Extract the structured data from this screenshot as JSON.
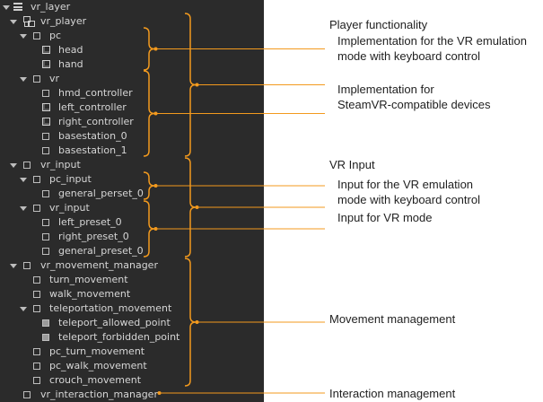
{
  "tree": [
    {
      "label": "vr_layer",
      "depth": 0,
      "toggle": true,
      "icon": "layer"
    },
    {
      "label": "vr_player",
      "depth": 1,
      "toggle": true,
      "icon": "player"
    },
    {
      "label": "pc",
      "depth": 2,
      "toggle": true,
      "icon": "node"
    },
    {
      "label": "head",
      "depth": 3,
      "toggle": false,
      "icon": "box3d"
    },
    {
      "label": "hand",
      "depth": 3,
      "toggle": false,
      "icon": "box3d"
    },
    {
      "label": "vr",
      "depth": 2,
      "toggle": true,
      "icon": "node"
    },
    {
      "label": "hmd_controller",
      "depth": 3,
      "toggle": false,
      "icon": "node"
    },
    {
      "label": "left_controller",
      "depth": 3,
      "toggle": false,
      "icon": "box3d"
    },
    {
      "label": "right_controller",
      "depth": 3,
      "toggle": false,
      "icon": "box3d"
    },
    {
      "label": "basestation_0",
      "depth": 3,
      "toggle": false,
      "icon": "node"
    },
    {
      "label": "basestation_1",
      "depth": 3,
      "toggle": false,
      "icon": "node"
    },
    {
      "label": "vr_input",
      "depth": 1,
      "toggle": true,
      "icon": "node"
    },
    {
      "label": "pc_input",
      "depth": 2,
      "toggle": true,
      "icon": "node"
    },
    {
      "label": "general_perset_0",
      "depth": 3,
      "toggle": false,
      "icon": "node"
    },
    {
      "label": "vr_input",
      "depth": 2,
      "toggle": true,
      "icon": "node"
    },
    {
      "label": "left_preset_0",
      "depth": 3,
      "toggle": false,
      "icon": "node"
    },
    {
      "label": "right_preset_0",
      "depth": 3,
      "toggle": false,
      "icon": "node"
    },
    {
      "label": "general_preset_0",
      "depth": 3,
      "toggle": false,
      "icon": "node"
    },
    {
      "label": "vr_movement_manager",
      "depth": 1,
      "toggle": true,
      "icon": "node"
    },
    {
      "label": "turn_movement",
      "depth": 2,
      "toggle": false,
      "icon": "node"
    },
    {
      "label": "walk_movement",
      "depth": 2,
      "toggle": false,
      "icon": "node"
    },
    {
      "label": "teleportation_movement",
      "depth": 2,
      "toggle": true,
      "icon": "node"
    },
    {
      "label": "teleport_allowed_point",
      "depth": 3,
      "toggle": false,
      "icon": "filled"
    },
    {
      "label": "teleport_forbidden_point",
      "depth": 3,
      "toggle": false,
      "icon": "filled"
    },
    {
      "label": "pc_turn_movement",
      "depth": 2,
      "toggle": false,
      "icon": "node"
    },
    {
      "label": "pc_walk_movement",
      "depth": 2,
      "toggle": false,
      "icon": "node"
    },
    {
      "label": "crouch_movement",
      "depth": 2,
      "toggle": false,
      "icon": "node"
    },
    {
      "label": "vr_interaction_manager",
      "depth": 1,
      "toggle": false,
      "icon": "node"
    }
  ],
  "annotations": [
    {
      "name": "player-functionality",
      "lines": [
        "Player functionality"
      ]
    },
    {
      "name": "pc-emulation",
      "lines": [
        "Implementation for the VR emulation",
        "mode with keyboard control"
      ]
    },
    {
      "name": "steamvr-devices",
      "lines": [
        "Implementation for",
        "SteamVR-compatible devices"
      ]
    },
    {
      "name": "vr-input",
      "lines": [
        "VR Input"
      ]
    },
    {
      "name": "pc-input",
      "lines": [
        "Input for the VR emulation",
        "mode with keyboard control"
      ]
    },
    {
      "name": "vr-mode-input",
      "lines": [
        "Input for VR mode"
      ]
    },
    {
      "name": "movement-management",
      "lines": [
        "Movement management"
      ]
    },
    {
      "name": "interaction-management",
      "lines": [
        "Interaction management"
      ]
    }
  ],
  "colors": {
    "panel": "#2b2b2b",
    "text": "#d6d6d6",
    "accent": "#f39a1e"
  }
}
